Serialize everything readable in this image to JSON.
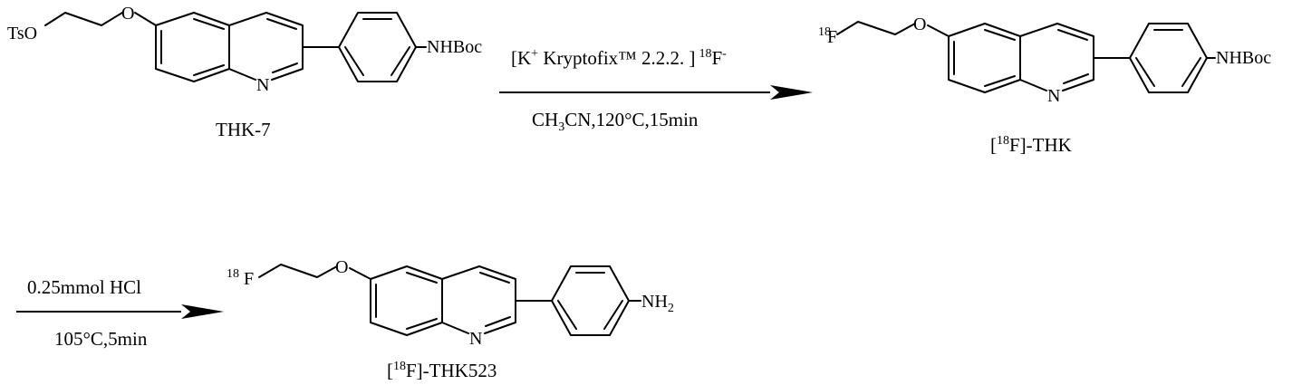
{
  "molecules": {
    "reactant": {
      "leaving_group": "TsO",
      "oxygen": "O",
      "nitrogen": "N",
      "amine": "NHBoc",
      "caption": "THK-7"
    },
    "intermediate": {
      "isotope_mass": "18",
      "fluorine": "F",
      "oxygen": "O",
      "nitrogen": "N",
      "amine": "NHBoc",
      "caption_open": "[",
      "caption_mass": "18",
      "caption_rest": "F]-THK"
    },
    "product": {
      "isotope_mass": "18",
      "fluorine": "F",
      "oxygen": "O",
      "nitrogen": "N",
      "amine": "NH",
      "amine_subscript": "2",
      "caption_open": "[",
      "caption_mass": "18",
      "caption_rest": "F]-THK523"
    }
  },
  "step1": {
    "reagent_open": "[K",
    "reagent_cation_charge": "+",
    "reagent_name": " Kryptofix™ 2.2.2. ]",
    "reagent_mass": "18",
    "reagent_element": "F",
    "reagent_anion_charge": "-",
    "cond_part1": "CH",
    "cond_sub1": "3",
    "cond_part2": "CN,120°C,15min"
  },
  "step2": {
    "reagent": "0.25mmol HCl",
    "conditions": "105°C,5min"
  }
}
